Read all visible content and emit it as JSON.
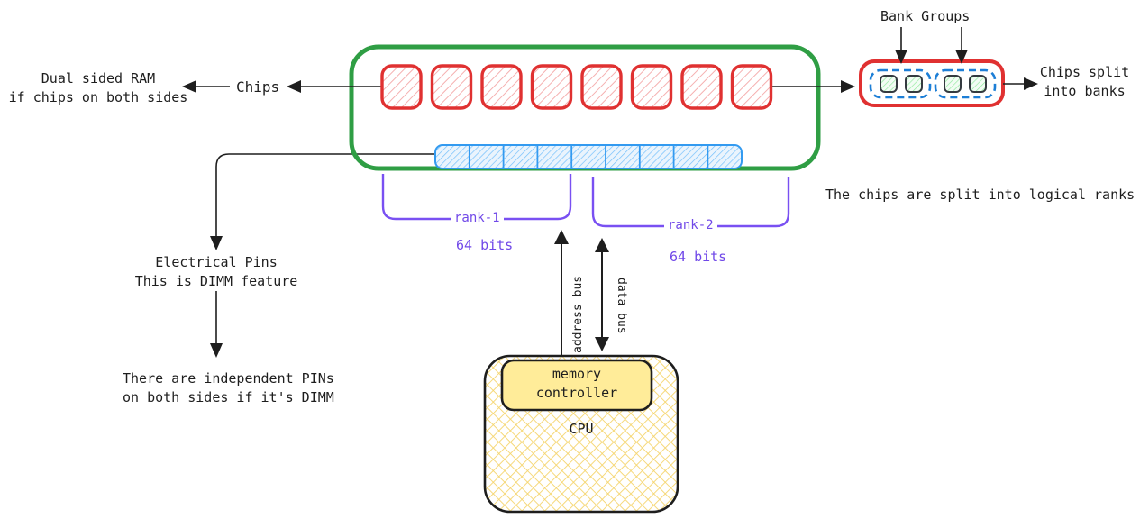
{
  "title": "RAM / DIMM architecture diagram",
  "colors": {
    "module_border_green": "#2f9e44",
    "chip_border_red": "#e03131",
    "chip_hatch_red": "#f5b0b0",
    "pins_border_blue": "#339af0",
    "pins_hatch_blue": "#74c0fc",
    "bank_group_dash_blue": "#1c7ed6",
    "bank_square_border": "#343a40",
    "bank_hatch_green": "#8ce99a",
    "brace_purple": "#7950f2",
    "text_purple": "#7048e8",
    "cpu_hatch_yellow": "#f5d56d",
    "memory_controller_fill": "#ffec99",
    "ink": "#1e1e1e"
  },
  "structure": {
    "chip_count": 8,
    "pin_segments": 9,
    "bank_groups": 2,
    "banks_per_group": 2,
    "ranks": 2
  },
  "labels": {
    "dual_sided_note": "Dual sided RAM\nif chips on both sides",
    "chips": "Chips",
    "bank_groups": "Bank Groups",
    "chips_split_note": "Chips split\ninto banks",
    "logical_ranks_note": "The chips are split into logical ranks",
    "rank1": "rank-1",
    "rank2": "rank-2",
    "rank1_bits": "64 bits",
    "rank2_bits": "64 bits",
    "electrical_note": "Electrical Pins\nThis is DIMM feature",
    "independent_note": "There are independent PINs\non both sides if it's DIMM",
    "address_bus": "address bus",
    "data_bus": "data bus",
    "memory_controller": "memory\ncontroller",
    "cpu": "CPU"
  }
}
